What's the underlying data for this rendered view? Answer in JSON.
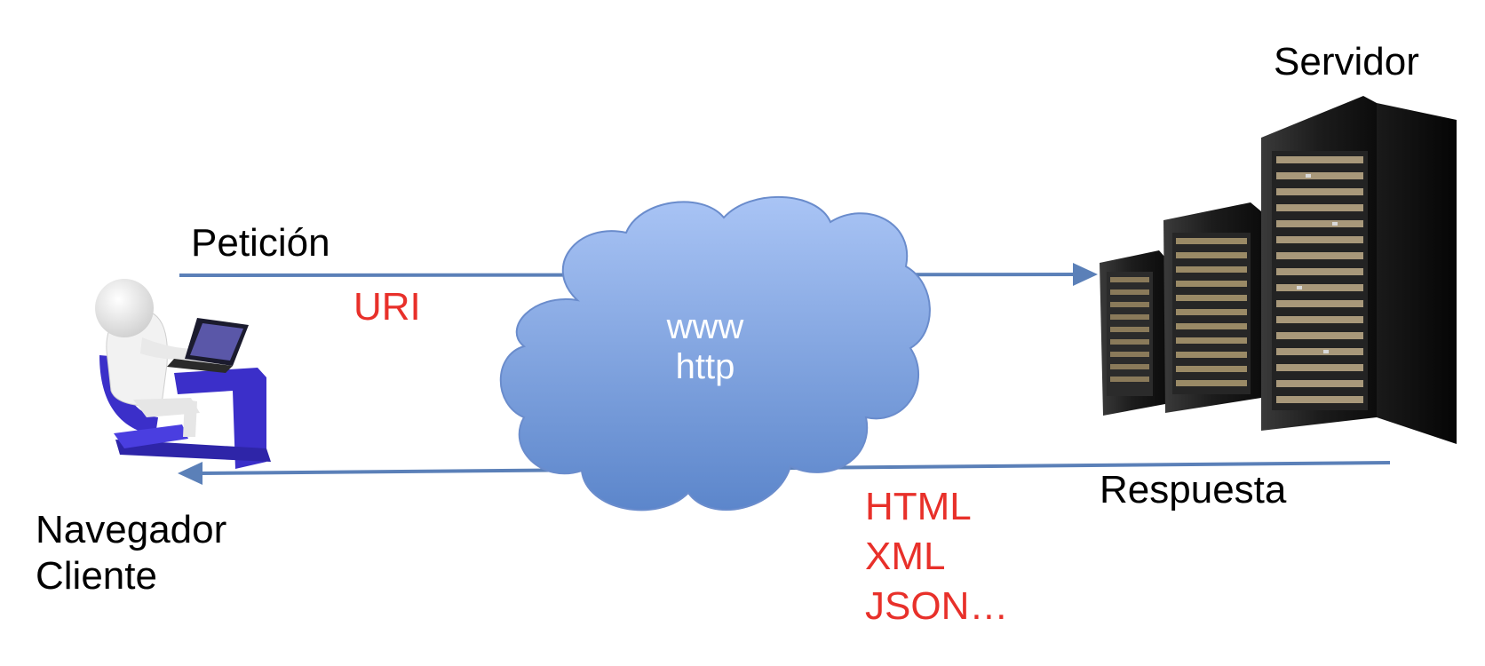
{
  "labels": {
    "server": "Servidor",
    "request": "Petición",
    "request_payload": "URI",
    "cloud_line1": "www",
    "cloud_line2": "http",
    "response": "Respuesta",
    "client_line1": "Navegador",
    "client_line2": "Cliente",
    "response_formats": [
      "HTML",
      "XML",
      "JSON…"
    ]
  },
  "colors": {
    "arrow": "#5b80b8",
    "cloud_top": "#a9c4f5",
    "cloud_bottom": "#5c86cb",
    "cloud_stroke": "#6a8ccc",
    "highlight_text": "#e8302a",
    "client_figure": "#ffffff",
    "client_chair": "#3b2fc9"
  },
  "icons": {
    "client": "person-at-laptop-icon",
    "server": "server-racks-icon",
    "network": "cloud-icon"
  }
}
